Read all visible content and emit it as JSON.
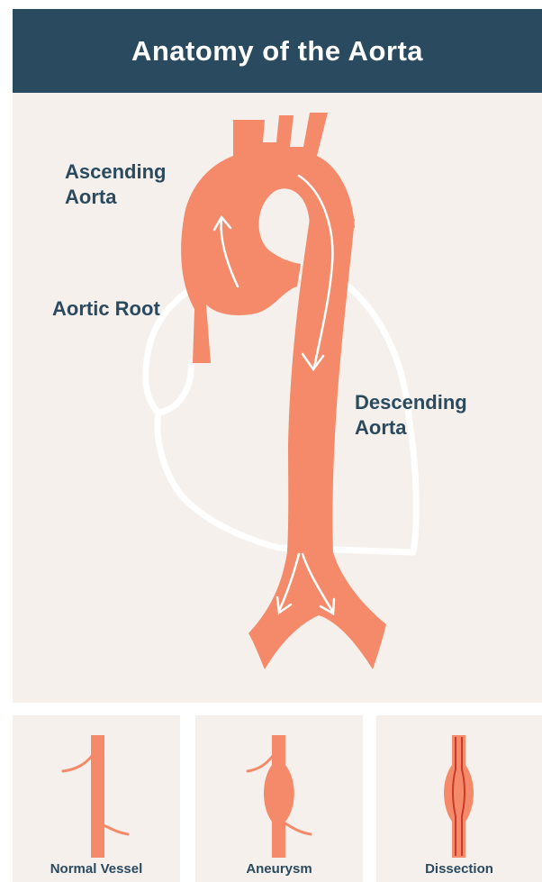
{
  "header": {
    "title": "Anatomy of the Aorta"
  },
  "labels": {
    "ascending": [
      "Ascending",
      "Aorta"
    ],
    "root": "Aortic Root",
    "descending": [
      "Descending",
      "Aorta"
    ]
  },
  "cards": [
    {
      "caption": "Normal Vessel",
      "icon": "normal-vessel-icon"
    },
    {
      "caption": "Aneurysm",
      "icon": "aneurysm-icon"
    },
    {
      "caption": "Dissection",
      "icon": "dissection-icon"
    }
  ],
  "colors": {
    "header_bg": "#2a4a5f",
    "panel_bg": "#f5f0eb",
    "aorta": "#f48a6a",
    "heart_outline": "#ffffff",
    "text": "#2a4a5f",
    "dissection_line": "#c93a2a"
  }
}
